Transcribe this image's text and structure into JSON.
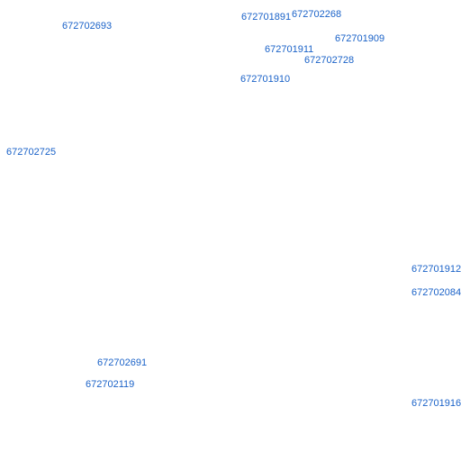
{
  "map": {
    "label_color": "#1a62c8",
    "labels": [
      "672702693",
      "672701891",
      "672702268",
      "672701909",
      "672701911",
      "672702728",
      "672701910",
      "672702725",
      "672701912",
      "672702084",
      "672702691",
      "672702119",
      "672701916"
    ]
  }
}
